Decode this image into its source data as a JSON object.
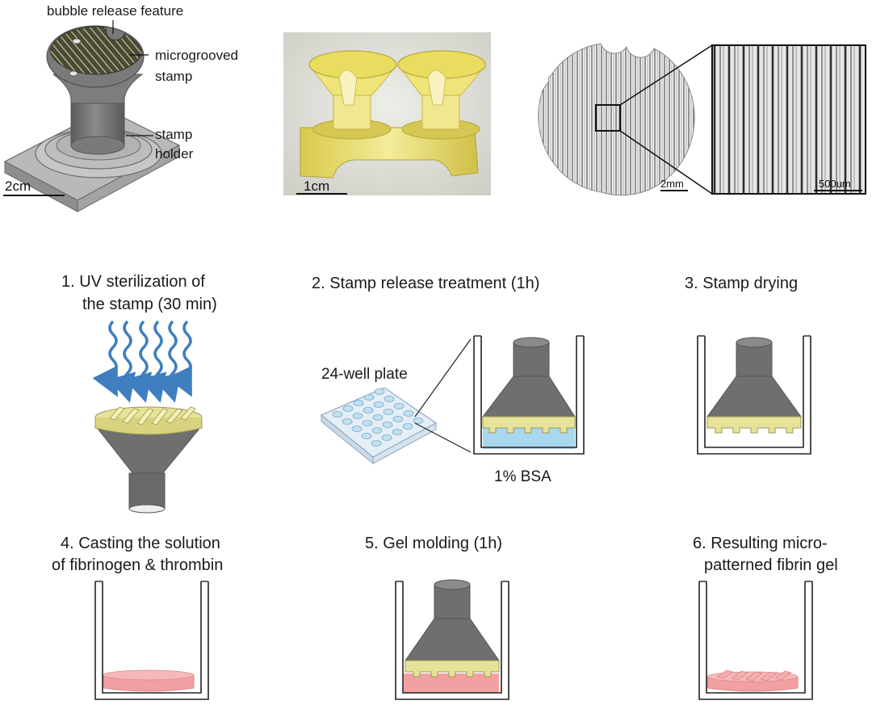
{
  "panel_a": {
    "label_bubble": "bubble release feature",
    "label_stamp_1": "microgrooved",
    "label_stamp_2": "stamp",
    "label_holder_1": "stamp",
    "label_holder_2": "holder",
    "scale": "2cm"
  },
  "panel_b": {
    "scale": "1cm"
  },
  "panel_c": {
    "scale_left": "2mm",
    "scale_right": "500um"
  },
  "steps": [
    {
      "line1": "1.  UV sterilization of",
      "line2": "the stamp (30 min)"
    },
    {
      "line1": "2. Stamp release treatment (1h)",
      "plate_label": "24-well plate",
      "bath_label": "1% BSA"
    },
    {
      "line1": "3. Stamp drying"
    },
    {
      "line1": "4. Casting the solution",
      "line2": "of fibrinogen & thrombin"
    },
    {
      "line1": "5. Gel molding (1h)"
    },
    {
      "line1": "6. Resulting micro-",
      "line2": "patterned fibrin gel"
    }
  ],
  "colors": {
    "stamp": "#e6e29a",
    "stamp_edge": "#9d9a55",
    "holder_gray": "#6f6f6f",
    "holder_dark": "#5a5a5a",
    "bsa_blue": "#a9d8ee",
    "gel_pink": "#f2a0a2",
    "uv_blue": "#3f7fbf",
    "resin_yellow": "#e8dc6a"
  },
  "icons": [
    "uv-light-arrows-icon",
    "well-plate-icon"
  ]
}
